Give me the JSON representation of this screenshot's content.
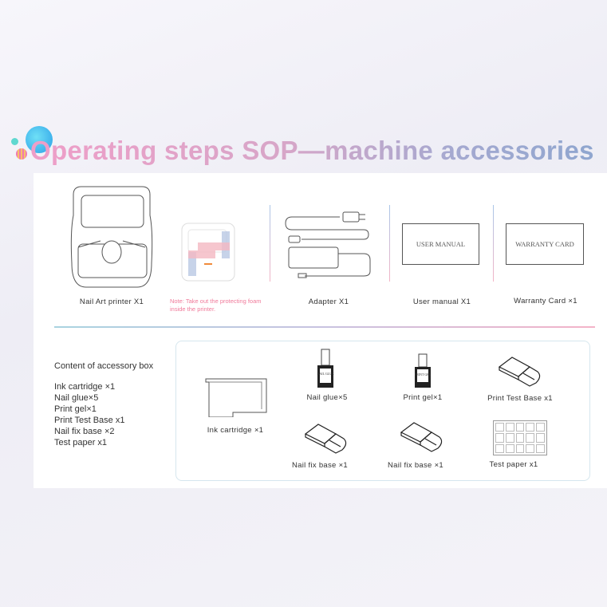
{
  "title": "Operating steps SOP—machine accessories",
  "top_items": [
    {
      "label": "Nail Art printer X1"
    },
    {
      "label": "Note: Take out the protecting foam inside the printer."
    },
    {
      "label": "Adapter X1"
    },
    {
      "label": "User manual X1",
      "card_text": "USER MANUAL"
    },
    {
      "label": "Warranty Card ×1",
      "card_text": "WARRANTY CARD"
    }
  ],
  "accessory_box": {
    "heading": "Content of accessory box",
    "list": [
      "Ink cartridge ×1",
      "Nail glue×5",
      "Print gel×1",
      "Print Test Base x1",
      "Nail fix base ×2",
      "Test paper x1"
    ],
    "items": [
      {
        "label": "Ink cartridge ×1"
      },
      {
        "label": "Nail glue×5",
        "bottle_text": "NAIL GLUE"
      },
      {
        "label": "Print gel×1",
        "bottle_text": "PRINT GEL"
      },
      {
        "label": "Print Test Base x1"
      },
      {
        "label": "Nail fix base ×1"
      },
      {
        "label": "Nail fix base ×1"
      },
      {
        "label": "Test paper x1"
      }
    ]
  },
  "colors": {
    "title_start": "#ef9ec8",
    "title_end": "#8fa6cf",
    "note": "#f07a9a"
  }
}
